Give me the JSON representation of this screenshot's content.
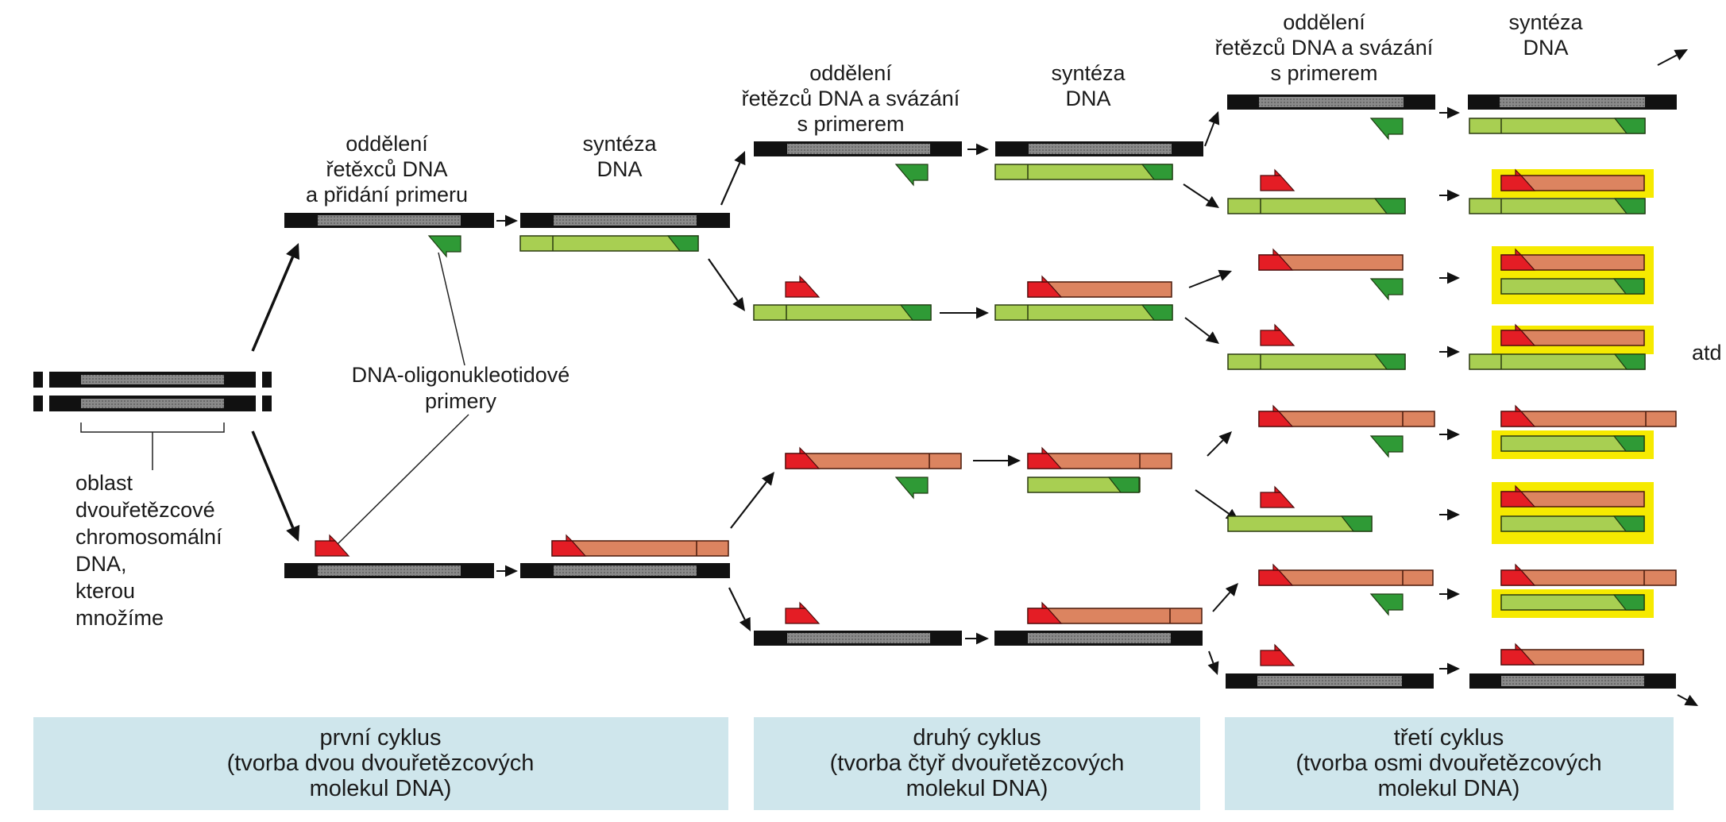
{
  "steps": {
    "separate_add_primer": [
      "oddělení",
      "řetěxců DNA",
      "a přidání primeru"
    ],
    "separate_bind_primer_1": [
      "oddělení",
      "řetězců DNA a svázání",
      "s primerem"
    ],
    "separate_bind_primer_2": [
      "oddělení",
      "řetězců DNA a svázání",
      "s primerem"
    ],
    "synthesis": [
      "syntéza",
      "DNA"
    ]
  },
  "labels": {
    "primers": [
      "DNA-oligonukleotidové",
      "primery"
    ],
    "region": [
      "oblast",
      "dvouřetězcové",
      "chromosomální",
      "DNA,",
      "kterou",
      "množíme"
    ],
    "etc": "atd"
  },
  "cycles": [
    {
      "name": "první cyklus",
      "desc1": "(tvorba dvou dvouřetězcových",
      "desc2": "molekul DNA)"
    },
    {
      "name": "druhý cyklus",
      "desc1": "(tvorba čtyř dvouřetězcových",
      "desc2": "molekul DNA)"
    },
    {
      "name": "třetí cyklus",
      "desc1": "(tvorba osmi dvouřetězcových",
      "desc2": "molekul DNA)"
    }
  ],
  "colors": {
    "template_dark": "#111111",
    "template_gray": "#7d7d7d",
    "new_strand_light_green": "#a8cf52",
    "primer_dark_green": "#2f9a36",
    "primer_red": "#e41d25",
    "new_strand_salmon": "#dc8460",
    "highlight_yellow": "#f6ea00",
    "cycle_box_blue": "#cfe6ec"
  }
}
